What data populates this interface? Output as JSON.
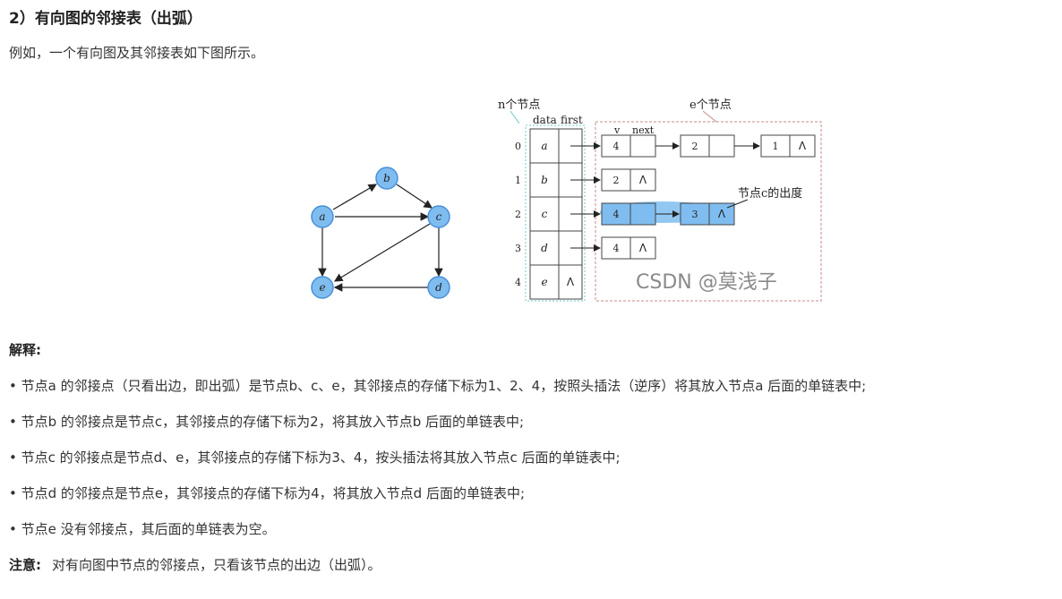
{
  "heading": "2）有向图的邻接表（出弧）",
  "intro": "例如，一个有向图及其邻接表如下图所示。",
  "figure": {
    "graph_nodes": [
      "a",
      "b",
      "c",
      "d",
      "e"
    ],
    "n_label": "n个节点",
    "e_label": "e个节点",
    "col_headers": [
      "data",
      "first"
    ],
    "node_headers": [
      "v",
      "next"
    ],
    "indices": [
      "0",
      "1",
      "2",
      "3",
      "4"
    ],
    "rows": [
      {
        "data": "a",
        "list": [
          "4",
          "2",
          "1"
        ]
      },
      {
        "data": "b",
        "list": [
          "2"
        ]
      },
      {
        "data": "c",
        "list": [
          "4",
          "3"
        ]
      },
      {
        "data": "d",
        "list": [
          "4"
        ]
      },
      {
        "data": "e",
        "list": []
      }
    ],
    "null_symbol": "Λ",
    "annotation": "节点c的出度",
    "watermark": "CSDN @莫浅子"
  },
  "explain_label": "解释:",
  "bullets": [
    "• 节点a 的邻接点（只看出边，即出弧）是节点b、c、e，其邻接点的存储下标为1、2、4，按照头插法（逆序）将其放入节点a 后面的单链表中;",
    "• 节点b 的邻接点是节点c，其邻接点的存储下标为2，将其放入节点b 后面的单链表中;",
    "• 节点c 的邻接点是节点d、e，其邻接点的存储下标为3、4，按头插法将其放入节点c 后面的单链表中;",
    "• 节点d 的邻接点是节点e，其邻接点的存储下标为4，将其放入节点d 后面的单链表中;",
    "• 节点e 没有邻接点，其后面的单链表为空。"
  ],
  "note": {
    "label": "注意:",
    "text": "对有向图中节点的邻接点，只看该节点的出边（出弧）。"
  },
  "colors": {
    "node_fill": "#7fbdf0",
    "node_stroke": "#4a90d9",
    "dashed_box": "#c98a8a",
    "cyan_box": "#6cc9c9"
  }
}
